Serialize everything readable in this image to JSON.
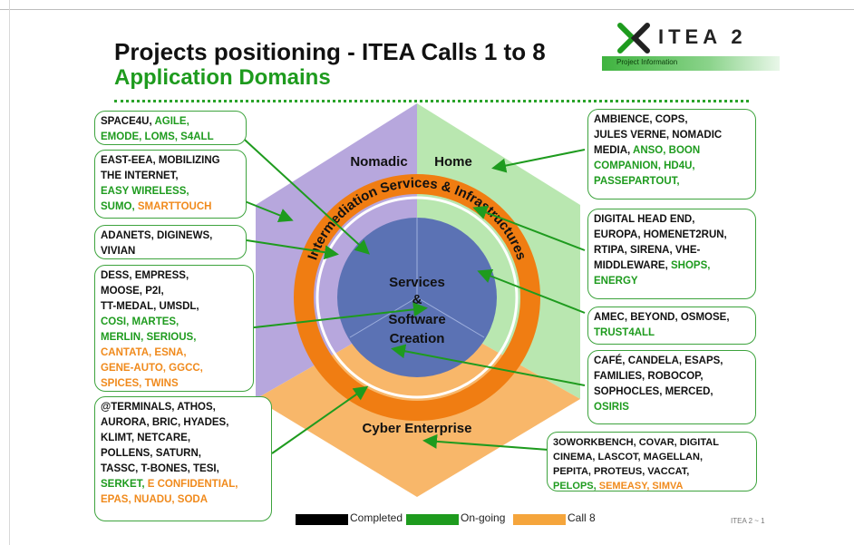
{
  "title": "Projects positioning - ITEA Calls 1 to 8",
  "subtitle": "Application Domains",
  "logo": {
    "text": "ITEA 2",
    "bar_text": "Project Information"
  },
  "colors": {
    "completed": "#000000",
    "ongoing": "#1e9b1e",
    "call8": "#f5a53c",
    "nomadic": "#b7a7dd",
    "home": "#b9e7b0",
    "cyber": "#f8b76a",
    "ring": "#f07d12",
    "core": "#5b72b4"
  },
  "diagram": {
    "sector_nomadic": "Nomadic",
    "sector_home": "Home",
    "sector_cyber": "Cyber Enterprise",
    "ring_label": "Intermediation Services & Infrastructures",
    "core_line1": "Services",
    "core_line2": "&",
    "core_line3": "Software",
    "core_line4": "Creation"
  },
  "boxes": {
    "b1": [
      {
        "t": "SPACE4U, ",
        "c": "k"
      },
      {
        "t": "AGILE,",
        "c": "g"
      },
      {
        "t": "\n",
        "c": "k"
      },
      {
        "t": "EMODE, LOMS, S4ALL",
        "c": "g"
      }
    ],
    "b2": [
      {
        "t": "EAST-EEA, MOBILIZING\nTHE INTERNET,\n",
        "c": "k"
      },
      {
        "t": "EASY WIRELESS,\nSUMO, ",
        "c": "g"
      },
      {
        "t": "SMARTTOUCH",
        "c": "o"
      }
    ],
    "b3": [
      {
        "t": "ADANETS, DIGINEWS,\nVIVIAN",
        "c": "k"
      }
    ],
    "b4": [
      {
        "t": "DESS, EMPRESS,\nMOOSE, P2I,\nTT-MEDAL, UMSDL,\n",
        "c": "k"
      },
      {
        "t": "COSI, MARTES,\nMERLIN, SERIOUS,\n",
        "c": "g"
      },
      {
        "t": "CANTATA, ESNA,\nGENE-AUTO, GGCC,\nSPICES, TWINS",
        "c": "o"
      }
    ],
    "b5": [
      {
        "t": "@TERMINALS, ATHOS,\nAURORA, BRIC, HYADES,\nKLIMT, NETCARE,\nPOLLENS, SATURN,\nTASSC, T-BONES, TESI,\n",
        "c": "k"
      },
      {
        "t": "SERKET, ",
        "c": "g"
      },
      {
        "t": "E CONFIDENTIAL,\nEPAS, NUADU, SODA",
        "c": "o"
      }
    ],
    "b6": [
      {
        "t": "AMBIENCE, COPS,\nJULES VERNE, NOMADIC\nMEDIA, ",
        "c": "k"
      },
      {
        "t": "ANSO, BOON\nCOMPANION, HD4U,\nPASSEPARTOUT,",
        "c": "g"
      }
    ],
    "b7": [
      {
        "t": "DIGITAL HEAD END,\nEUROPA, HOMENET2RUN,\nRTIPA, SIRENA, VHE-\nMIDDLEWARE, ",
        "c": "k"
      },
      {
        "t": "SHOPS,\nENERGY",
        "c": "g"
      }
    ],
    "b8": [
      {
        "t": "AMEC, BEYOND, OSMOSE,\n",
        "c": "k"
      },
      {
        "t": "TRUST4ALL",
        "c": "g"
      }
    ],
    "b9": [
      {
        "t": "CAFÉ, CANDELA, ESAPS,\nFAMILIES, ROBOCOP,\nSOPHOCLES, MERCED,\n",
        "c": "k"
      },
      {
        "t": "OSIRIS",
        "c": "g"
      }
    ],
    "b10": [
      {
        "t": "3OWORKBENCH, COVAR, DIGITAL\nCINEMA, LASCOT, MAGELLAN,\nPEPITA, PROTEUS, VACCAT,\n",
        "c": "k"
      },
      {
        "t": "PELOPS, ",
        "c": "g"
      },
      {
        "t": "SEMEASY, SIMVA",
        "c": "o"
      }
    ]
  },
  "legend": {
    "completed": "Completed",
    "ongoing": "On-going",
    "call8": "Call 8"
  },
  "page_number": "ITEA 2 ~ 1"
}
